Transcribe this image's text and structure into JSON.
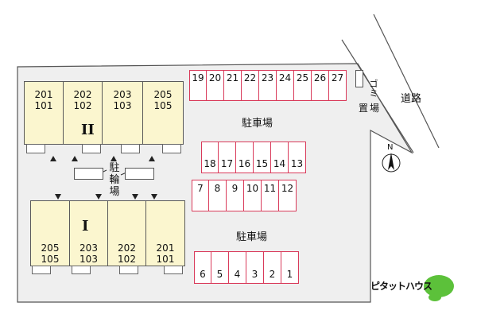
{
  "labels": {
    "road": "道路",
    "parking_top": "駐車場",
    "parking_bottom": "駐車場",
    "bicycle": [
      "駐",
      "輪",
      "場"
    ],
    "garbage": [
      "ゴ",
      "ミ",
      "置",
      "場"
    ],
    "north": "N",
    "brand": "ピタットハウス"
  },
  "buildings": {
    "II": {
      "name": "II",
      "units": [
        [
          "201",
          "101"
        ],
        [
          "202",
          "102"
        ],
        [
          "203",
          "103"
        ],
        [
          "205",
          "105"
        ]
      ]
    },
    "I": {
      "name": "I",
      "units": [
        [
          "205",
          "105"
        ],
        [
          "203",
          "103"
        ],
        [
          "202",
          "102"
        ],
        [
          "201",
          "101"
        ]
      ]
    }
  },
  "parking": {
    "row_top": [
      "19",
      "20",
      "21",
      "22",
      "23",
      "24",
      "25",
      "26",
      "27"
    ],
    "row_middle": [
      "18",
      "17",
      "16",
      "15",
      "14",
      "13"
    ],
    "row_lower": [
      "7",
      "8",
      "9",
      "10",
      "11",
      "12"
    ],
    "row_bottom": [
      "6",
      "5",
      "4",
      "3",
      "2",
      "1"
    ]
  },
  "colors": {
    "unit_fill": "#fbf6cf",
    "parking_line": "#d93a5a",
    "lot_fill": "#efefef",
    "brand_green": "#5cc13a"
  }
}
